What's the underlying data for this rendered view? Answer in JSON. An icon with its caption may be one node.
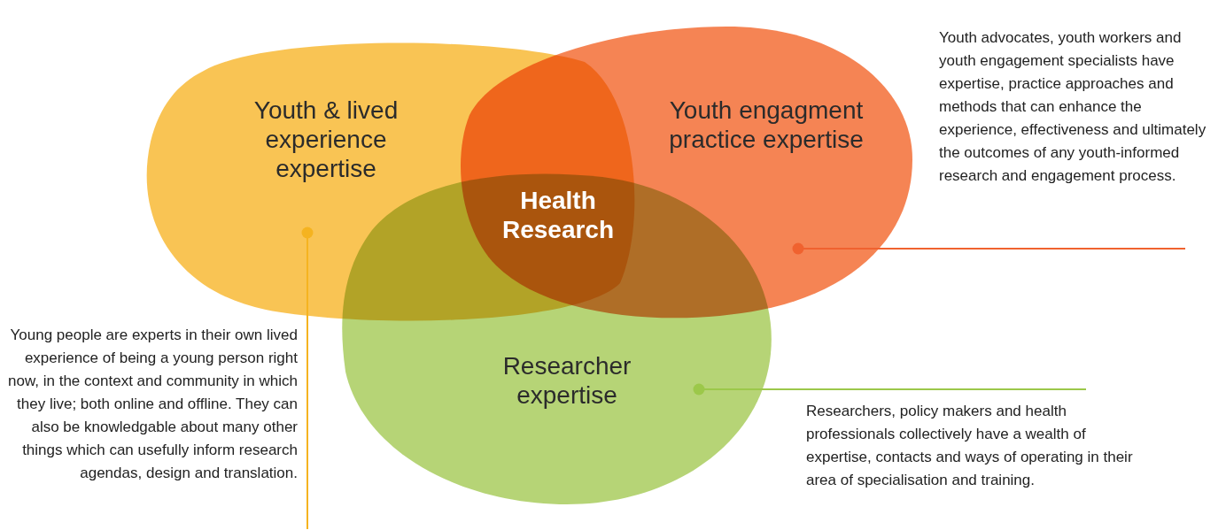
{
  "diagram": {
    "nodes": [
      {
        "text": [
          "Youth & lived experience expertise"
        ]
      },
      {
        "text": [
          "Youth engagment practice expertise"
        ]
      },
      {
        "text": [
          "Researcher expertise"
        ]
      },
      {
        "text": [
          "Health Research"
        ]
      },
      {
        "text": [
          "Young people are experts in their own lived experience of being a young person right now, in the context and community in which they live; both online and offline. They can also be knowledgable about many other things which can usefully inform research agendas, design and translation."
        ]
      },
      {
        "text": [
          "Youth advocates, youth workers and youth engagement specialists have expertise, practice approaches and methods that can enhance the experience, effectiveness and ultimately the outcomes of any youth-informed research and engagement process."
        ]
      },
      {
        "text": [
          "Researchers, policy makers and health professionals collectively have a wealth of expertise, contacts and ways of operating in their area of specialisation and training."
        ]
      }
    ],
    "edges": [
      {
        "from": 4,
        "to": 0,
        "arrow": "other",
        "color": "#f5b320"
      },
      {
        "from": 5,
        "to": 1,
        "arrow": "other",
        "color": "#f0622f"
      },
      {
        "from": 6,
        "to": 2,
        "arrow": "other",
        "color": "#9cc84a"
      }
    ]
  }
}
